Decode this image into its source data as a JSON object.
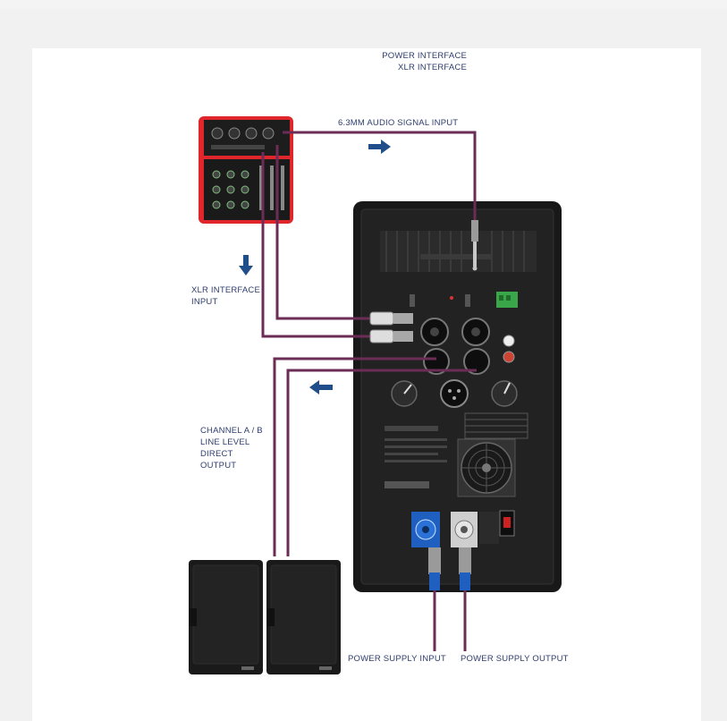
{
  "labels": {
    "power_interface": "POWER INTERFACE",
    "xlr_interface": "XLR INTERFACE",
    "audio_signal_input": "6.3MM AUDIO SIGNAL INPUT",
    "xlr_interface_input_line1": "XLR INTERFACE",
    "xlr_interface_input_line2": "INPUT",
    "channel_line1": "CHANNEL A / B",
    "channel_line2": "LINE LEVEL",
    "channel_line3": "DIRECT",
    "channel_line4": "OUTPUT",
    "power_supply_input": "POWER SUPPLY INPUT",
    "power_supply_output": "POWER SUPPLY OUTPUT"
  },
  "colors": {
    "cable": "#6b2d55",
    "arrow": "#1f4e8a",
    "label": "#2f3d6e",
    "mixer_red": "#e0262b",
    "panel_black": "#1c1c1c",
    "powercon_blue": "#1f5fbf"
  }
}
